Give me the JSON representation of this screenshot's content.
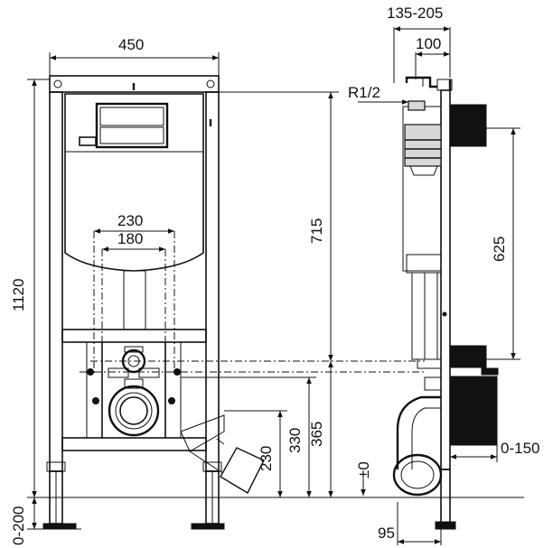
{
  "dimensions": {
    "frame_width": "450",
    "frame_height": "1120",
    "pipe_outer": "230",
    "pipe_inner": "180",
    "cistern_height": "715",
    "outlet_365": "365",
    "outlet_330": "330",
    "outlet_230": "230",
    "leg_adjust": "0-200",
    "depth_range": "135-205",
    "depth_100": "100",
    "thread": "R1/2",
    "side_625": "625",
    "side_adjust": "0-150",
    "floor_level": "±0",
    "bottom_95": "95"
  },
  "colors": {
    "line": "#111111",
    "background": "#ffffff",
    "fill_gray": "#d8d8d8"
  }
}
